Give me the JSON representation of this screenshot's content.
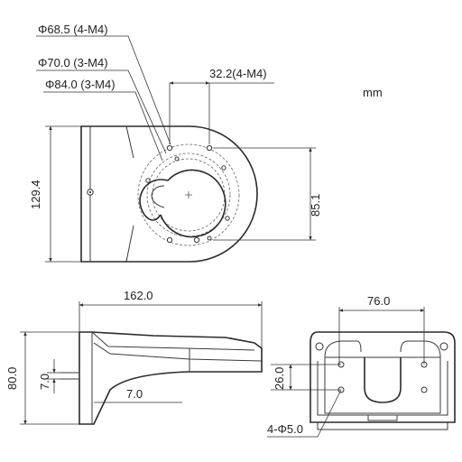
{
  "units": "mm",
  "top_view": {
    "phi_68": "Φ68.5 (4-M4)",
    "phi_70": "Φ70.0 (3-M4)",
    "phi_84": "Φ84.0 (3-M4)",
    "spacing": "32.2(4-M4)",
    "height": "129.4",
    "height_inner": "85.1"
  },
  "side_view": {
    "length": "162.0",
    "height": "80.0",
    "tab": "7.0",
    "base": "7.0"
  },
  "front_view": {
    "width": "76.0",
    "height": "26.0",
    "holes": "4-Φ5.0"
  }
}
